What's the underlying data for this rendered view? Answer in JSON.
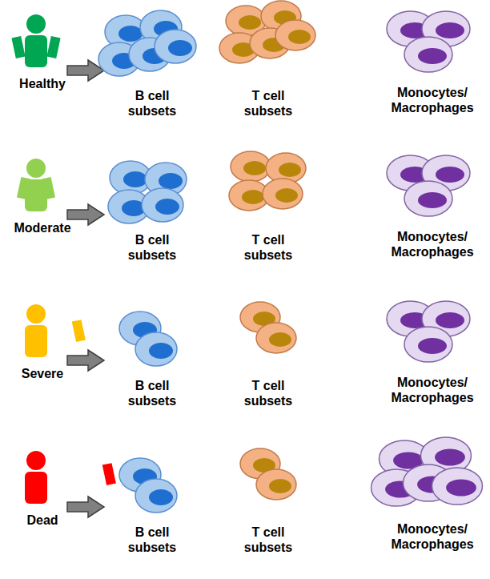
{
  "diagram": {
    "labels": [
      "Healthy",
      "B cell subsets",
      "T cell subsets",
      "Monocytes/ Macrophages",
      "Moderate",
      "B cell subsets",
      "T cell subsets",
      "Monocytes/ Macrophages",
      "Severe",
      "B cell subsets",
      "T cell subsets",
      "Monocytes/ Macrophages",
      "Dead",
      "B cell subsets",
      "T cell subsets",
      "Monocytes/ Macrophages"
    ]
  }
}
